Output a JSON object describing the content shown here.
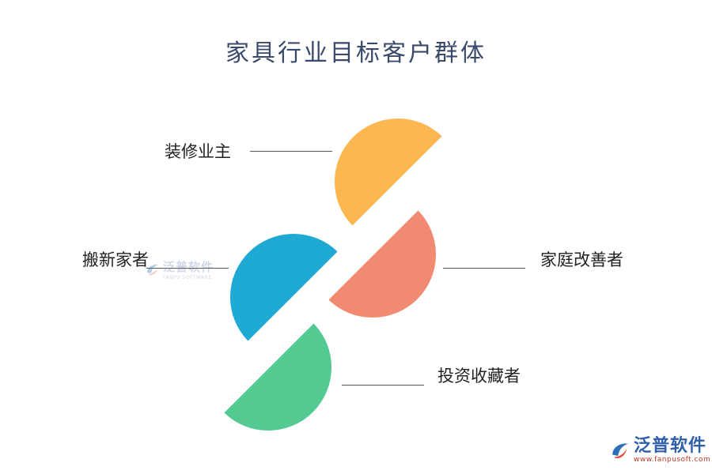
{
  "title": "家具行业目标客户群体",
  "segments": [
    {
      "label": "装修业主",
      "color": "#fdb751"
    },
    {
      "label": "家庭改善者",
      "color": "#f18a70"
    },
    {
      "label": "搬新家者",
      "color": "#1eaad3"
    },
    {
      "label": "投资收藏者",
      "color": "#52ca92"
    }
  ],
  "watermark_center": {
    "name": "泛普软件",
    "sub": "FANPU SOFTWARE"
  },
  "logo": {
    "name": "泛普软件",
    "url": "www.fanpusoft.com",
    "icon": "fanpu-logo-icon"
  }
}
